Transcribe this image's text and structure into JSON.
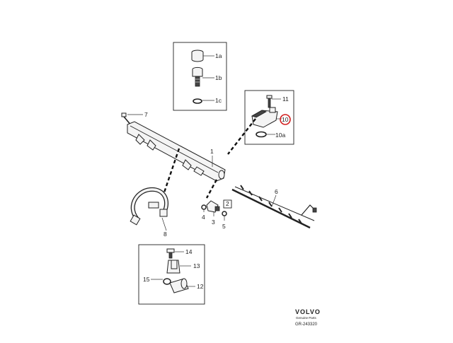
{
  "callouts": {
    "c1": "1",
    "c1a": "1a",
    "c1b": "1b",
    "c1c": "1c",
    "c2": "2",
    "c3": "3",
    "c4": "4",
    "c5": "5",
    "c6": "6",
    "c7": "7",
    "c8": "8",
    "c10": "10",
    "c10a": "10a",
    "c11": "11",
    "c12": "12",
    "c13": "13",
    "c14": "14",
    "c15": "15"
  },
  "highlighted_callout": "10",
  "highlight_color": "#d21f1f",
  "brand": {
    "name": "VOLVO",
    "tagline": "Genuine Parts",
    "diagram_code": "GR-243320"
  }
}
